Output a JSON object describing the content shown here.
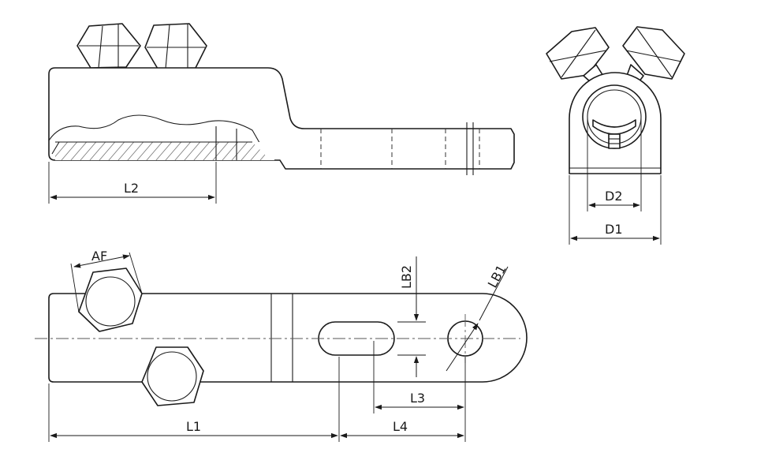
{
  "labels": {
    "L1": "L1",
    "L2": "L2",
    "L3": "L3",
    "L4": "L4",
    "D1": "D1",
    "D2": "D2",
    "AF": "AF",
    "LB1": "LB1",
    "LB2": "LB2"
  },
  "colors": {
    "line": "#1a1a1a",
    "background": "#ffffff"
  }
}
